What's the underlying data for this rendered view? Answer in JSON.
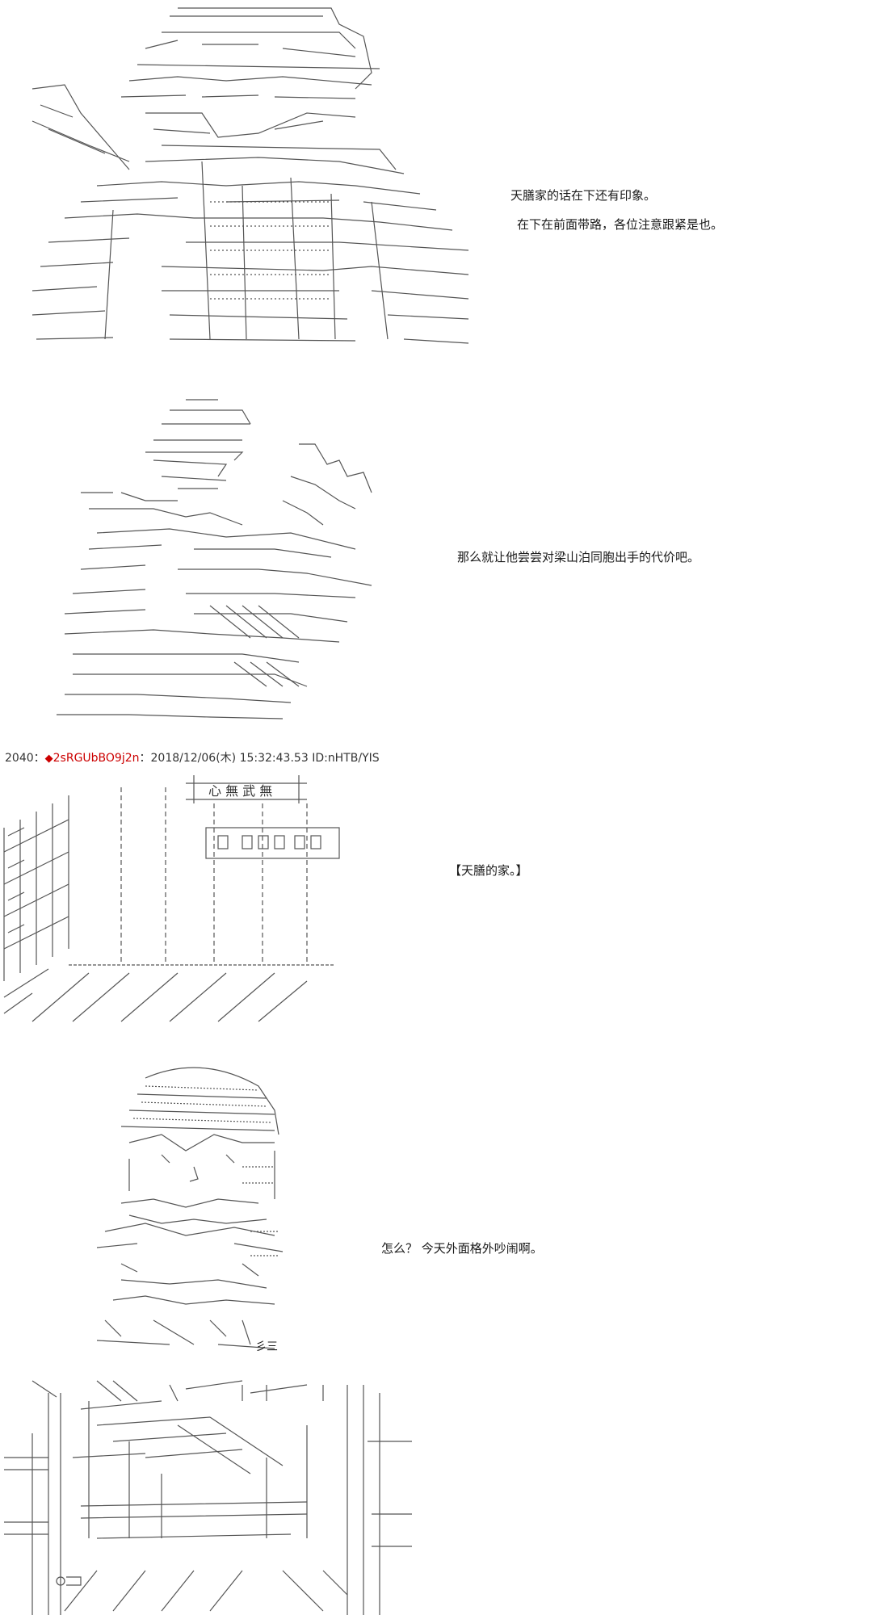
{
  "dialogues": {
    "line1": "天膳家的话在下还有印象。",
    "line2": "在下在前面带路，各位注意跟紧是也。",
    "line3": "那么就让他尝尝对梁山泊同胞出手的代价吧。",
    "line4": "【天膳的家。】",
    "line5": "怎么？  今天外面格外吵闹啊。"
  },
  "post": {
    "number": "2040",
    "separator": "：",
    "trip": "2sRGUbBO9j2n",
    "datetime": "：2018/12/06(木) 15:32:43.53",
    "id": "ID:nHTB/YIS"
  },
  "signboard": {
    "text": "心 無 武 無"
  },
  "name_tag": {
    "text": "彡三"
  },
  "colors": {
    "trip": "#cc0000",
    "art_stroke": "#555555",
    "text": "#1a1a1a"
  }
}
